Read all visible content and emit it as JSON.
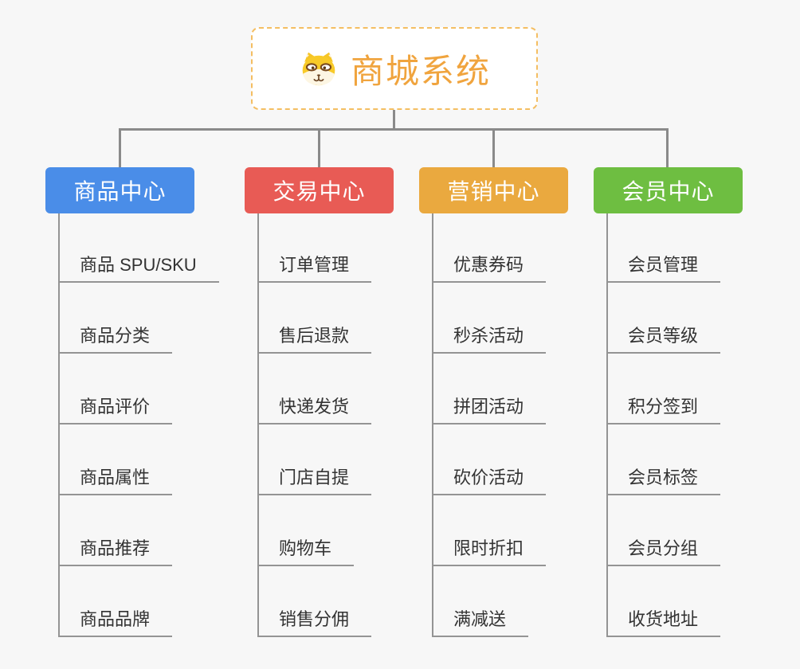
{
  "root": {
    "label": "商城系统",
    "icon": "shiba-dog-icon",
    "label_color": "#f0a43e",
    "border_color": "#f4be62"
  },
  "branches": [
    {
      "label": "商品中心",
      "color": "#4a8de8",
      "items": [
        "商品 SPU/SKU",
        "商品分类",
        "商品评价",
        "商品属性",
        "商品推荐",
        "商品品牌"
      ]
    },
    {
      "label": "交易中心",
      "color": "#e85b55",
      "items": [
        "订单管理",
        "售后退款",
        "快递发货",
        "门店自提",
        "购物车",
        "销售分佣"
      ]
    },
    {
      "label": "营销中心",
      "color": "#eaa93f",
      "items": [
        "优惠券码",
        "秒杀活动",
        "拼团活动",
        "砍价活动",
        "限时折扣",
        "满减送"
      ]
    },
    {
      "label": "会员中心",
      "color": "#6ebe41",
      "items": [
        "会员管理",
        "会员等级",
        "积分签到",
        "会员标签",
        "会员分组",
        "收货地址"
      ]
    }
  ],
  "colors": {
    "background": "#f7f7f7",
    "connector_line": "#8a8a8a",
    "item_underline": "#949494",
    "item_text": "#333333"
  }
}
